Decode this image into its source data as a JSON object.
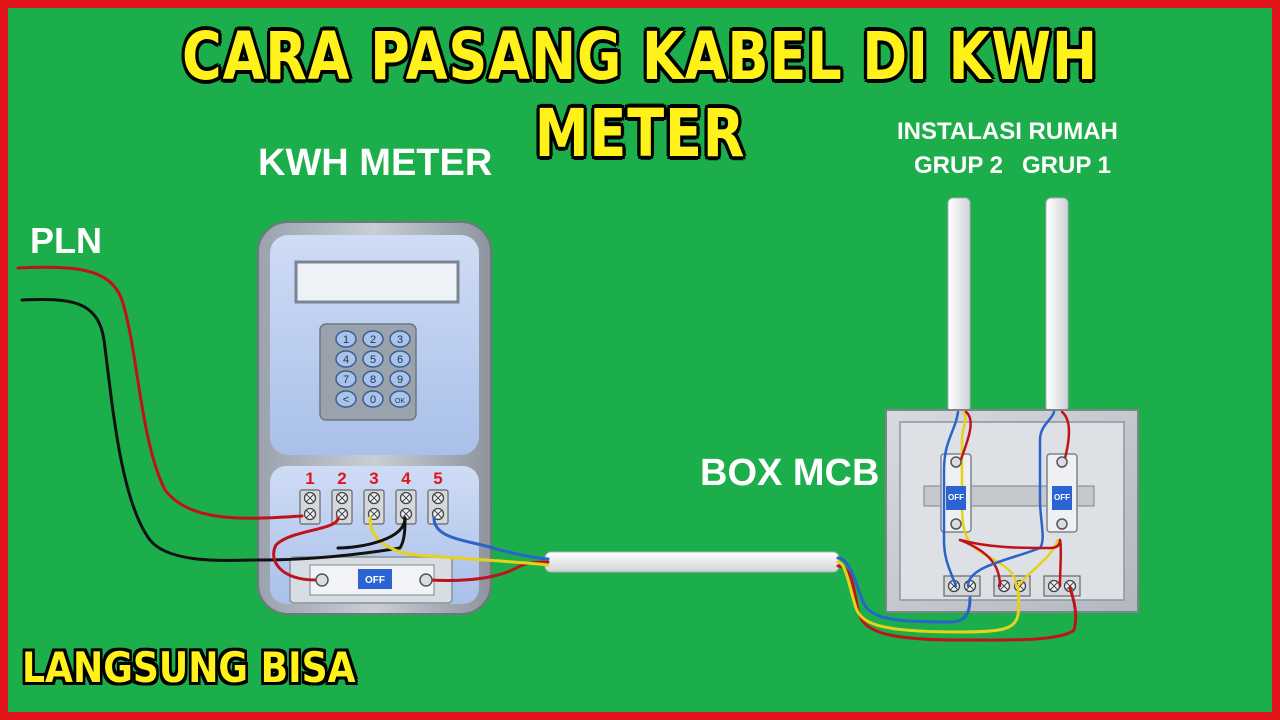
{
  "title": "CARA PASANG KABEL DI KWH METER",
  "bottom_tag": "LANGSUNG BISA",
  "labels": {
    "kwh_meter": "KWH METER",
    "pln": "PLN",
    "box_mcb": "BOX MCB",
    "instalasi": "INSTALASI RUMAH",
    "grup2": "GRUP 2",
    "grup1": "GRUP 1"
  },
  "keypad": {
    "keys": [
      "1",
      "2",
      "3",
      "4",
      "5",
      "6",
      "7",
      "8",
      "9",
      "<",
      "0",
      "OK"
    ]
  },
  "terminals": {
    "numbers": [
      "1",
      "2",
      "3",
      "4",
      "5"
    ]
  },
  "breakers": {
    "main_label": "OFF",
    "group2_label": "OFF",
    "group1_label": "OFF"
  },
  "colors": {
    "background": "#1cae4a",
    "border": "#e1141b",
    "title_text": "#fff21a",
    "wire_red": "#c0121b",
    "wire_black": "#111111",
    "wire_yellow": "#e6d11c",
    "wire_blue": "#2a63c9",
    "meter_body": "#b9cdf0",
    "terminal_number": "#e1141b"
  }
}
